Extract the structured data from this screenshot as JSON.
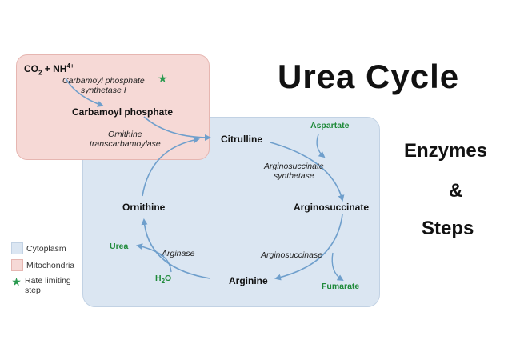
{
  "title": "Urea Cycle",
  "subtitle": {
    "line1": "Enzymes",
    "line2": "&",
    "line3": "Steps"
  },
  "colors": {
    "cytoplasm": "#dbe6f2",
    "mitochondria": "#f6d9d6",
    "arrow": "#6f9fcc",
    "green_text": "#1f8a3a",
    "star": "#2a9a4f"
  },
  "mitochondria": {
    "reactant_a": "CO",
    "reactant_a_sub": "2",
    "plus": "+ NH",
    "reactant_b_sup": "4+",
    "enzyme_1_line1": "Carbamoyl phosphate",
    "enzyme_1_line2": "synthetase I",
    "product_1": "Carbamoyl phosphate",
    "enzyme_2_line1": "Ornithine",
    "enzyme_2_line2": "transcarbamoylase"
  },
  "cycle": {
    "citrulline": "Citrulline",
    "aspartate": "Aspartate",
    "enzyme_3_line1": "Arginosuccinate",
    "enzyme_3_line2": "synthetase",
    "arginosuccinate": "Arginosuccinate",
    "enzyme_4": "Arginosuccinase",
    "fumarate": "Fumarate",
    "arginine": "Arginine",
    "water": "H",
    "water_sub": "2",
    "water_tail": "O",
    "enzyme_5": "Arginase",
    "urea": "Urea",
    "ornithine": "Ornithine"
  },
  "legend": {
    "cytoplasm": "Cytoplasm",
    "mitochondria": "Mitochondria",
    "rate_limiting_line1": "Rate limiting",
    "rate_limiting_line2": "step",
    "star_icon": "star-icon"
  }
}
